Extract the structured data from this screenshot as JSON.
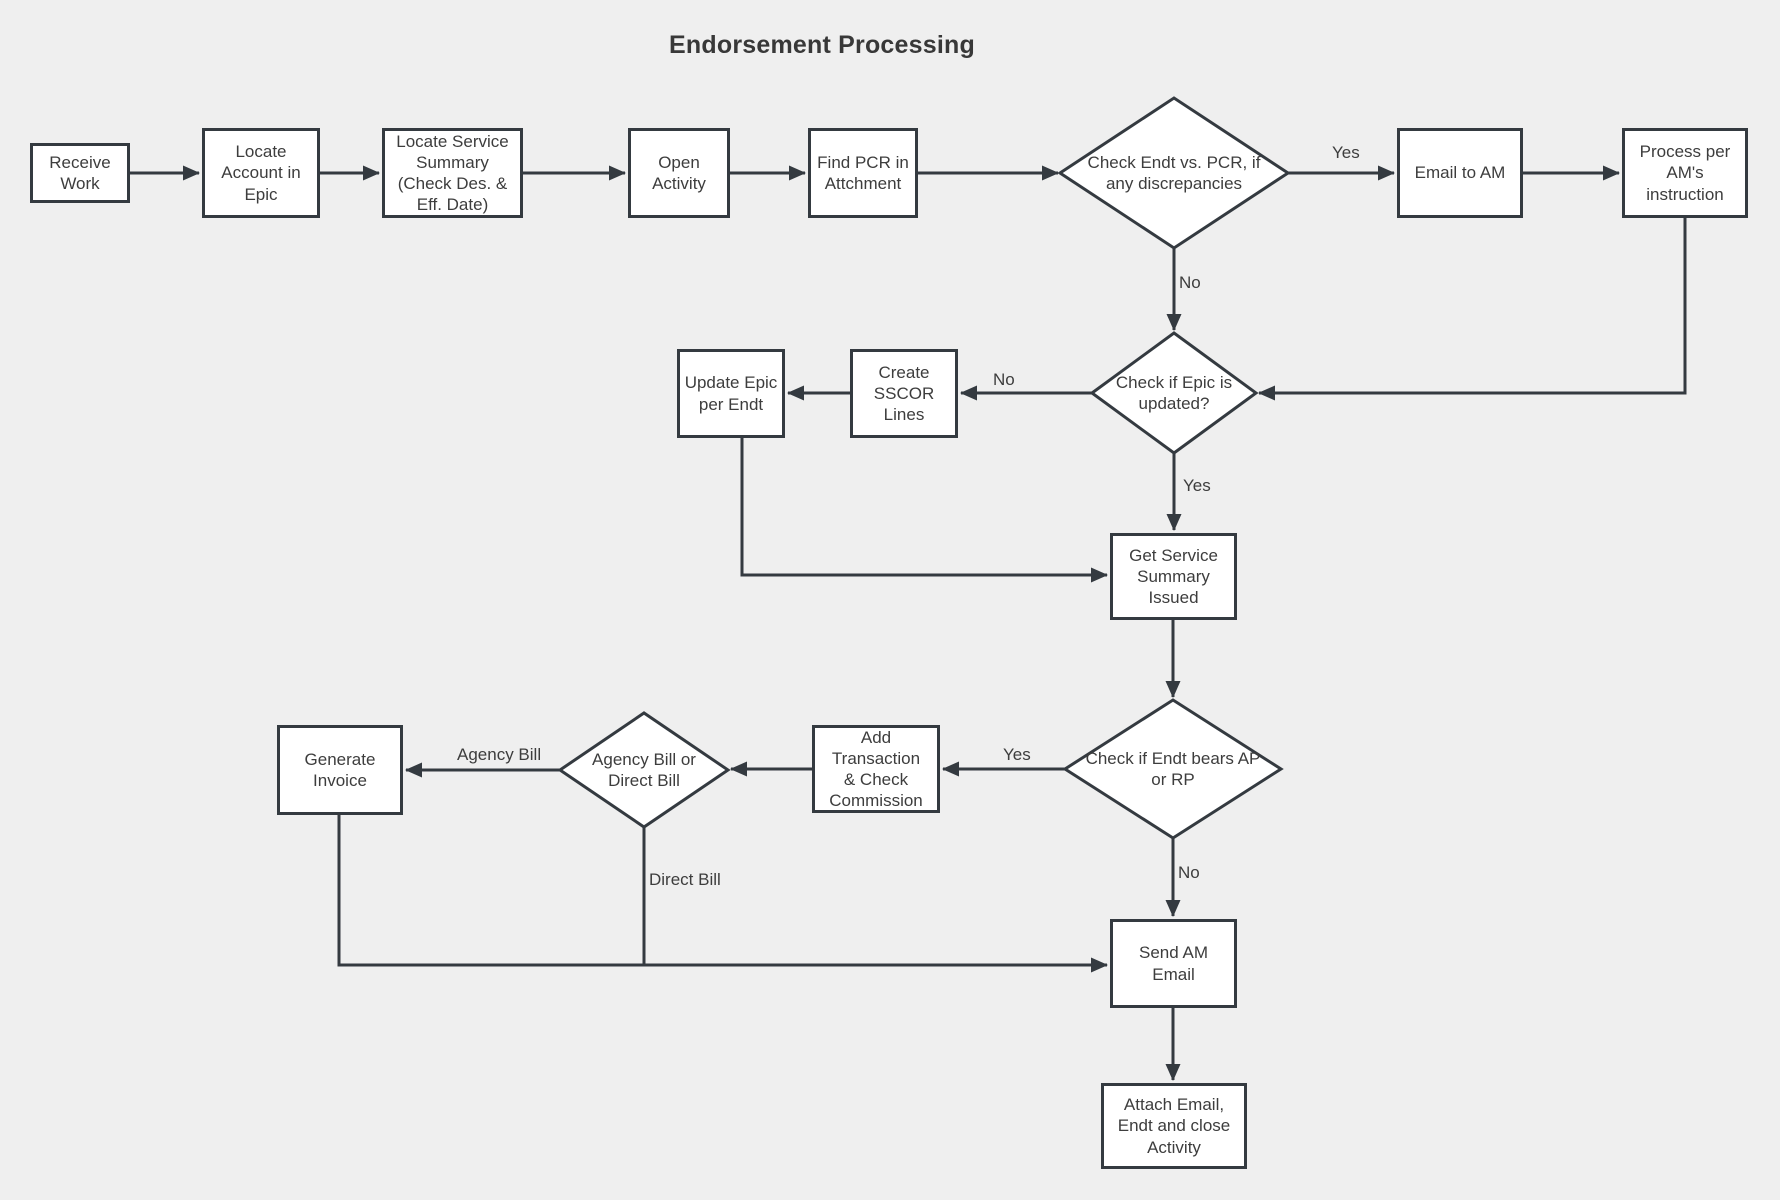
{
  "title": "Endorsement Processing",
  "colors": {
    "background": "#efefef",
    "shape_fill": "#ffffff",
    "stroke": "#343a40",
    "text": "#3d3d3d"
  },
  "nodes": {
    "receive_work": "Receive\nWork",
    "locate_account": "Locate\nAccount in\nEpic",
    "locate_service": "Locate Service\nSummary\n(Check Des. &\nEff. Date)",
    "open_activity": "Open\nActivity",
    "find_pcr": "Find PCR in\nAttchment",
    "check_endt_pcr": "Check Endt vs. PCR, if\nany discrepancies",
    "email_to_am": "Email to AM",
    "process_per_am": "Process per\nAM's\ninstruction",
    "check_epic_updated": "Check if Epic is\nupdated?",
    "create_sscor": "Create\nSSCOR Lines",
    "update_epic": "Update Epic\nper Endt",
    "get_service_summary": "Get Service\nSummary\nIssued",
    "check_endt_ap_rp": "Check if Endt bears AP\nor RP",
    "add_transaction": "Add\nTransaction\n& Check\nCommission",
    "agency_or_direct": "Agency Bill or\nDirect Bill",
    "generate_invoice": "Generate\nInvoice",
    "send_am_email": "Send AM\nEmail",
    "attach_email_close": "Attach Email,\nEndt and close\nActivity"
  },
  "labels": {
    "d1_yes": "Yes",
    "d1_no": "No",
    "d2_no": "No",
    "d2_yes": "Yes",
    "d3_yes": "Yes",
    "d3_no": "No",
    "agency_bill": "Agency Bill",
    "direct_bill": "Direct Bill"
  }
}
